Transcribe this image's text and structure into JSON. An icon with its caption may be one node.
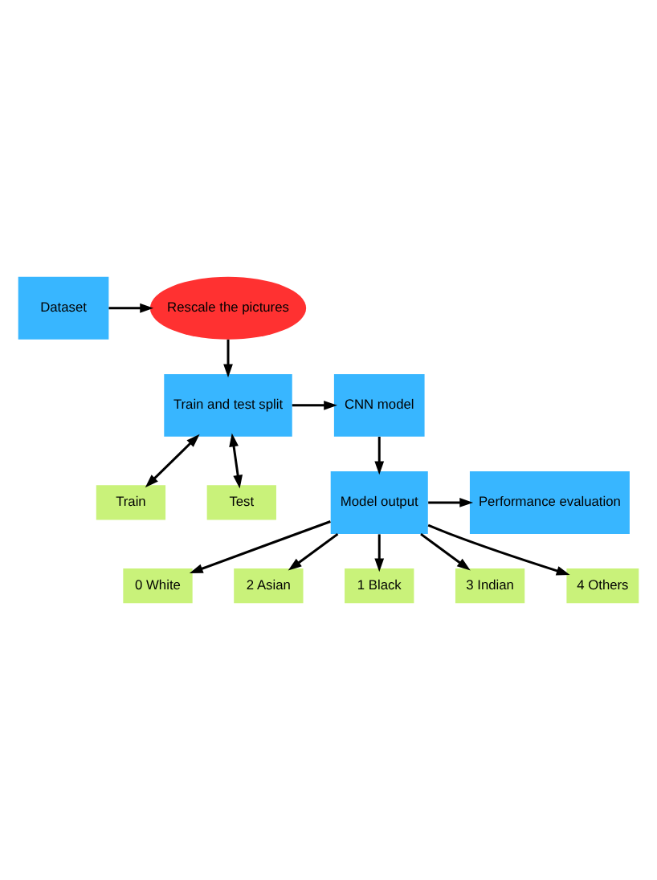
{
  "diagram": {
    "nodes": [
      {
        "text": [
          "Dataset"
        ]
      },
      {
        "text": [
          "Rescale the pictures"
        ]
      },
      {
        "text": [
          "Train and test split"
        ]
      },
      {
        "text": [
          "CNN model"
        ]
      },
      {
        "text": [
          "Train"
        ]
      },
      {
        "text": [
          "Test"
        ]
      },
      {
        "text": [
          "Model output"
        ]
      },
      {
        "text": [
          "Performance evaluation"
        ]
      },
      {
        "text": [
          "0 White"
        ]
      },
      {
        "text": [
          "2 Asian"
        ]
      },
      {
        "text": [
          "1 Black"
        ]
      },
      {
        "text": [
          "3 Indian"
        ]
      },
      {
        "text": [
          "4 Others"
        ]
      }
    ],
    "edges": [
      {
        "from": 0,
        "to": 1,
        "arrow": "to"
      },
      {
        "from": 1,
        "to": 2,
        "arrow": "to"
      },
      {
        "from": 2,
        "to": 3,
        "arrow": "to"
      },
      {
        "from": 2,
        "to": 4,
        "arrow": "both"
      },
      {
        "from": 2,
        "to": 5,
        "arrow": "both"
      },
      {
        "from": 3,
        "to": 6,
        "arrow": "to"
      },
      {
        "from": 6,
        "to": 7,
        "arrow": "to"
      },
      {
        "from": 6,
        "to": 8,
        "arrow": "to"
      },
      {
        "from": 6,
        "to": 9,
        "arrow": "to"
      },
      {
        "from": 6,
        "to": 10,
        "arrow": "to"
      },
      {
        "from": 6,
        "to": 11,
        "arrow": "to"
      },
      {
        "from": 6,
        "to": 12,
        "arrow": "to"
      }
    ]
  }
}
